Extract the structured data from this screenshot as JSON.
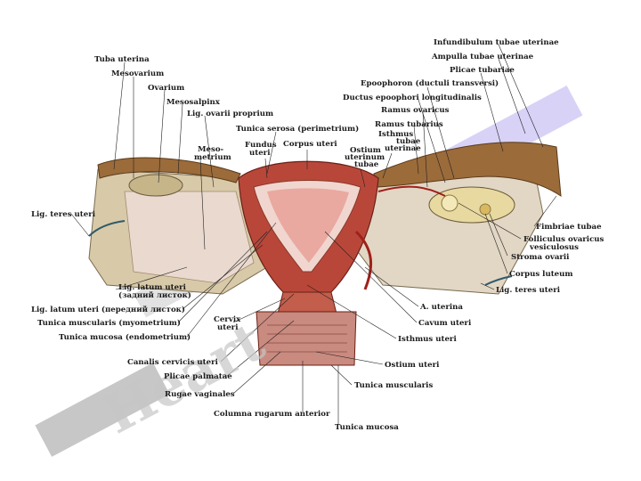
{
  "watermark": "Heart",
  "labels": {
    "tuba_uterina": "Tuba uterina",
    "mesovarium": "Mesovarium",
    "ovarium": "Ovarium",
    "mesosalpinx": "Mesosalpinx",
    "lig_ovarii_proprium": "Lig. ovarii proprium",
    "tunica_serosa": "Tunica serosa (perimetrium)",
    "meso_1": "Meso-",
    "meso_2": "metrium",
    "fundus_1": "Fundus",
    "fundus_2": "uteri",
    "corpus_uteri": "Corpus uteri",
    "ostium_1": "Ostium",
    "ostium_2": "uterinum",
    "ostium_3": "tubae",
    "isthmus_1": "Isthmus",
    "isthmus_2": "tubae",
    "isthmus_3": "uterinae",
    "infundibulum": "Infundibulum tubae uterinae",
    "ampulla": "Ampulla tubae uterinae",
    "plicae_tubariae": "Plicae tubariae",
    "epoophoron": "Epoophoron (ductuli transversi)",
    "ductus_epoophori": "Ductus epoophori longitudinalis",
    "ramus_ovaricus": "Ramus ovaricus",
    "ramus_tubarius": "Ramus tubarius",
    "lig_teres_left": "Lig. teres uteri",
    "fimbriae": "Fimbriae tubae",
    "folliculus_1": "Folliculus ovaricus",
    "folliculus_2": "vesiculosus",
    "stroma": "Stroma ovarii",
    "corpus_luteum": "Corpus luteum",
    "lig_teres_right": "Lig. teres uteri",
    "lig_latum_1": "Lig. latum uteri",
    "lig_latum_2": "(задний листок)",
    "lig_latum_front": "Lig. latum uteri (передний листок)",
    "tunica_muscularis_myo": "Tunica muscularis (myometrium)",
    "tunica_mucosa_endo": "Tunica mucosa (endometrium)",
    "cervix_1": "Cervix",
    "cervix_2": "uteri",
    "a_uterina": "A. uterina",
    "cavum_uteri": "Cavum uteri",
    "isthmus_uteri": "Isthmus uteri",
    "canalis_cervicis": "Canalis cervicis uteri",
    "ostium_uteri": "Ostium uteri",
    "plicae_palmatae": "Plicae palmatae",
    "tunica_muscularis": "Tunica muscularis",
    "rugae_vaginales": "Rugae vaginales",
    "columna_rugarum": "Columna rugarum anterior",
    "tunica_mucosa": "Tunica mucosa"
  },
  "colors": {
    "tissue_pink": "#e9a9a0",
    "muscle_red": "#b8473a",
    "ligament_tan": "#d8c9a8",
    "ovary_cream": "#e8d9a0",
    "tube_brown": "#9b6b3a",
    "watermark_gray": "#bdbdbd",
    "watermark_lavender": "#b8aef0"
  }
}
